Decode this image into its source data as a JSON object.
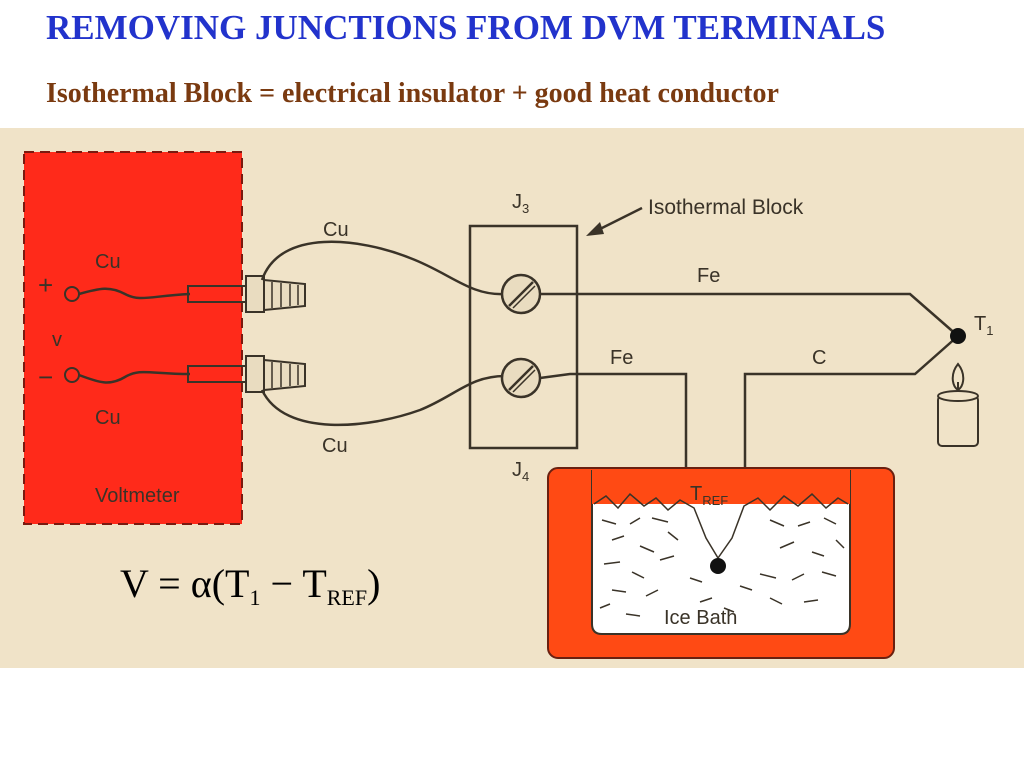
{
  "title": "REMOVING JUNCTIONS FROM DVM TERMINALS",
  "subtitle": "Isothermal Block = electrical insulator + good heat conductor",
  "diagram": {
    "voltmeter_label": "Voltmeter",
    "plus_sign": "+",
    "minus_sign": "−",
    "v_label": "v",
    "cu_inner_top": "Cu",
    "cu_inner_bottom": "Cu",
    "cu_wire_top": "Cu",
    "cu_wire_bottom": "Cu",
    "j3": "J",
    "j3_sub": "3",
    "j4": "J",
    "j4_sub": "4",
    "isothermal_block_label": "Isothermal Block",
    "fe_top": "Fe",
    "fe_bottom": "Fe",
    "c_label": "C",
    "t1": "T",
    "t1_sub": "1",
    "tref": "T",
    "tref_sub": "REF",
    "ice_bath_label": "Ice Bath"
  },
  "equation": {
    "lhs": "V",
    "equals": "=",
    "alpha": "α",
    "open_paren": "(",
    "t": "T",
    "t_sub": "1",
    "minus": "−",
    "t2": "T",
    "t2_sub": "REF",
    "close_paren": ")"
  },
  "colors": {
    "title": "#2233cc",
    "subtitle": "#7a3a10",
    "background": "#f0e3c8",
    "voltmeter": "#ff2a1a",
    "ice_bath": "#ff4a14",
    "wire": "#3a3328"
  }
}
